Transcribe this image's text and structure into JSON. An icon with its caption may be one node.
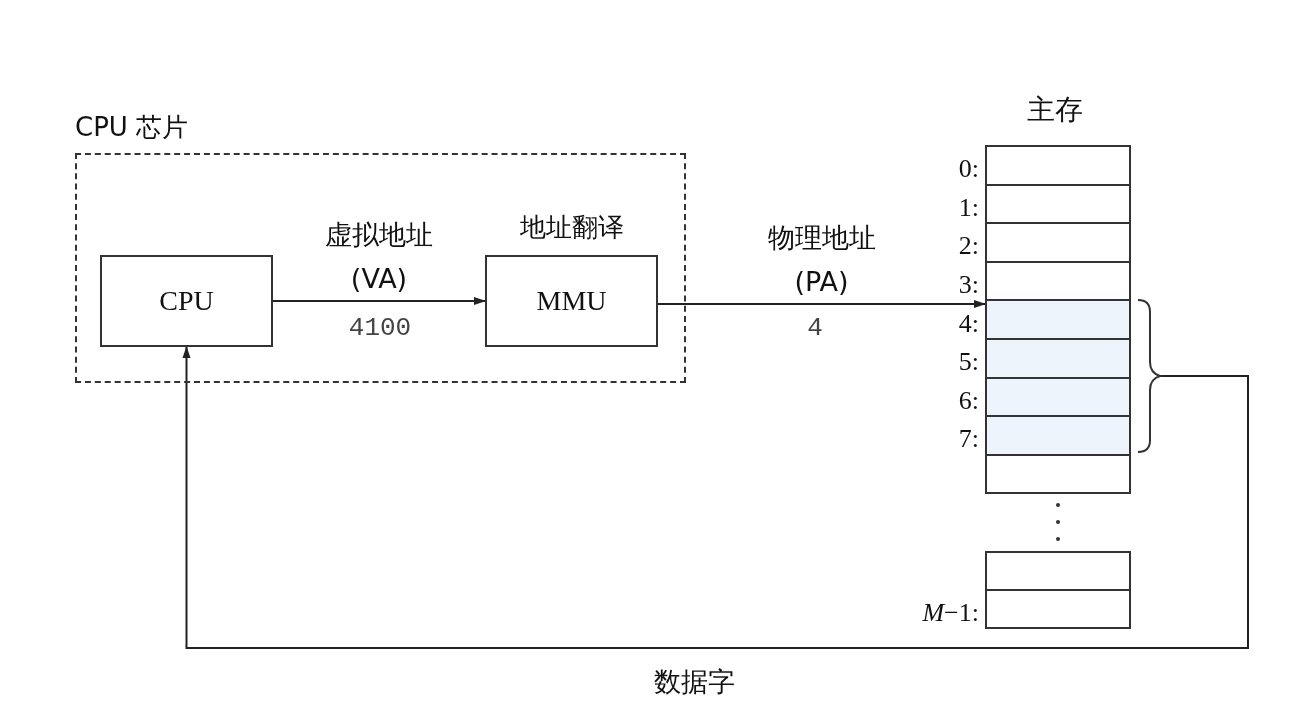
{
  "diagram": {
    "nodes": [
      {
        "text": [
          "CPU 芯片"
        ]
      },
      {
        "text": [
          "CPU"
        ],
        "in": 0
      },
      {
        "text": [
          "地址翻译",
          "MMU"
        ],
        "in": 0
      },
      {
        "text": [],
        "shape": "box",
        "beside": [
          "0:"
        ]
      },
      {
        "text": [],
        "shape": "box",
        "beside": [
          "1:"
        ]
      },
      {
        "text": [],
        "shape": "box",
        "beside": [
          "2:"
        ]
      },
      {
        "text": [],
        "shape": "box",
        "beside": [
          "3:"
        ]
      },
      {
        "text": [],
        "shape": "box",
        "beside": [
          "4:"
        ]
      },
      {
        "text": [],
        "shape": "box",
        "beside": [
          "5:"
        ]
      },
      {
        "text": [],
        "shape": "box",
        "beside": [
          "6:"
        ]
      },
      {
        "text": [],
        "shape": "box",
        "beside": [
          "7:"
        ]
      },
      {
        "text": [],
        "shape": "box"
      },
      {
        "text": [],
        "shape": "box"
      },
      {
        "text": [],
        "shape": "box",
        "beside": [
          "*M*−1:"
        ]
      },
      {
        "text": [],
        "shape": "brace"
      }
    ],
    "edges": [
      {
        "from": 1,
        "to": 2,
        "arrow": "to",
        "label": "虚拟地址 (VA)"
      },
      {
        "from": 2,
        "to": 7,
        "arrow": "to",
        "label": "物理地址 (PA)"
      },
      {
        "from": 14,
        "to": 1,
        "arrow": "to",
        "label": "数据字"
      }
    ],
    "labels": [
      "4100",
      "4",
      "主存"
    ]
  }
}
